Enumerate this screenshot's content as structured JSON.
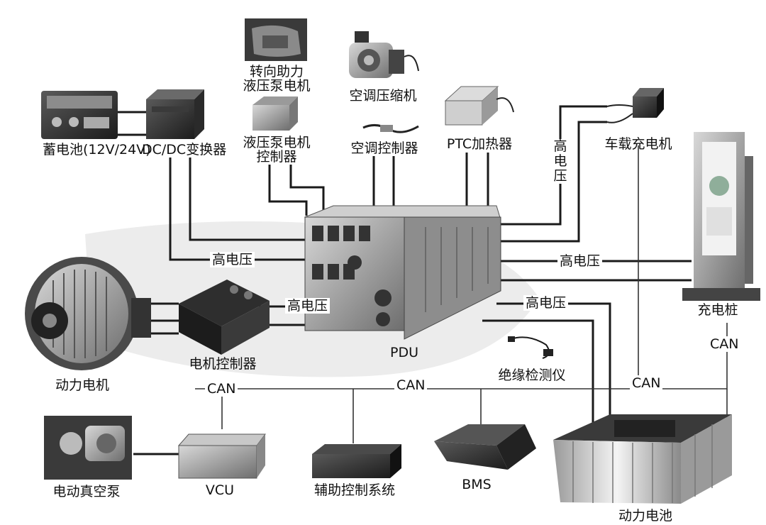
{
  "labels": {
    "battery_12v": "蓄电池(12V/24V)",
    "dcdc": "DC/DC变换器",
    "steering_pump_1": "转向助力",
    "steering_pump_2": "液压泵电机",
    "pump_ctrl_1": "液压泵电机",
    "pump_ctrl_2": "控制器",
    "ac_compressor": "空调压缩机",
    "ac_controller": "空调控制器",
    "ptc": "PTC加热器",
    "onboard_charger": "车载充电机",
    "charging_pile": "充电桩",
    "pdu": "PDU",
    "motor": "动力电机",
    "motor_controller": "电机控制器",
    "insulation": "绝缘检测仪",
    "vacuum_pump": "电动真空泵",
    "vcu": "VCU",
    "aux_control": "辅助控制系统",
    "bms": "BMS",
    "power_battery": "动力电池"
  },
  "connections": {
    "hv_left": "高电压",
    "hv_motor": "高电压",
    "hv_right": "高电压",
    "hv_battery": "高电压",
    "hv_vertical": [
      "高",
      "电",
      "压"
    ],
    "can_left": "CAN",
    "can_center": "CAN",
    "can_right": "CAN",
    "can_pile": "CAN"
  }
}
